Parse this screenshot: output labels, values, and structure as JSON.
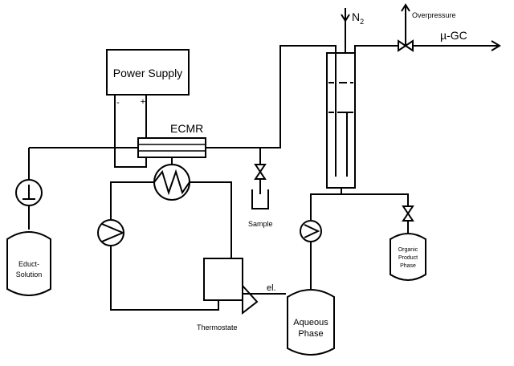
{
  "labels": {
    "power_supply": "Power Supply",
    "power_minus": "-",
    "power_plus": "+",
    "ecmr": "ECMR",
    "educt_line1": "Educt-",
    "educt_line2": "Solution",
    "sample": "Sample",
    "thermostate": "Thermostate",
    "el": "el.",
    "aqueous_line1": "Aqueous",
    "aqueous_line2": "Phase",
    "organic_line1": "Organic",
    "organic_line2": "Product",
    "organic_line3": "Phase",
    "n2": "N",
    "n2_sub": "2",
    "overpressure": "Overpressure",
    "mu_gc": "µ-GC"
  }
}
